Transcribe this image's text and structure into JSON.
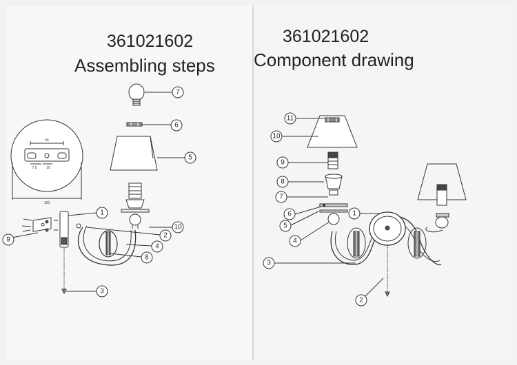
{
  "left_page": {
    "model_number": "361021602",
    "heading": "Assembling steps",
    "callouts": [
      "7",
      "6",
      "5",
      "1",
      "10",
      "2",
      "4",
      "8",
      "3",
      "9"
    ],
    "detail_dimensions": [
      "55",
      "7.5",
      "15",
      "103"
    ]
  },
  "right_page": {
    "model_number": "361021602",
    "heading": "Component drawing",
    "callouts": [
      "11",
      "10",
      "9",
      "8",
      "7",
      "6",
      "1",
      "5",
      "4",
      "3",
      "2"
    ]
  }
}
